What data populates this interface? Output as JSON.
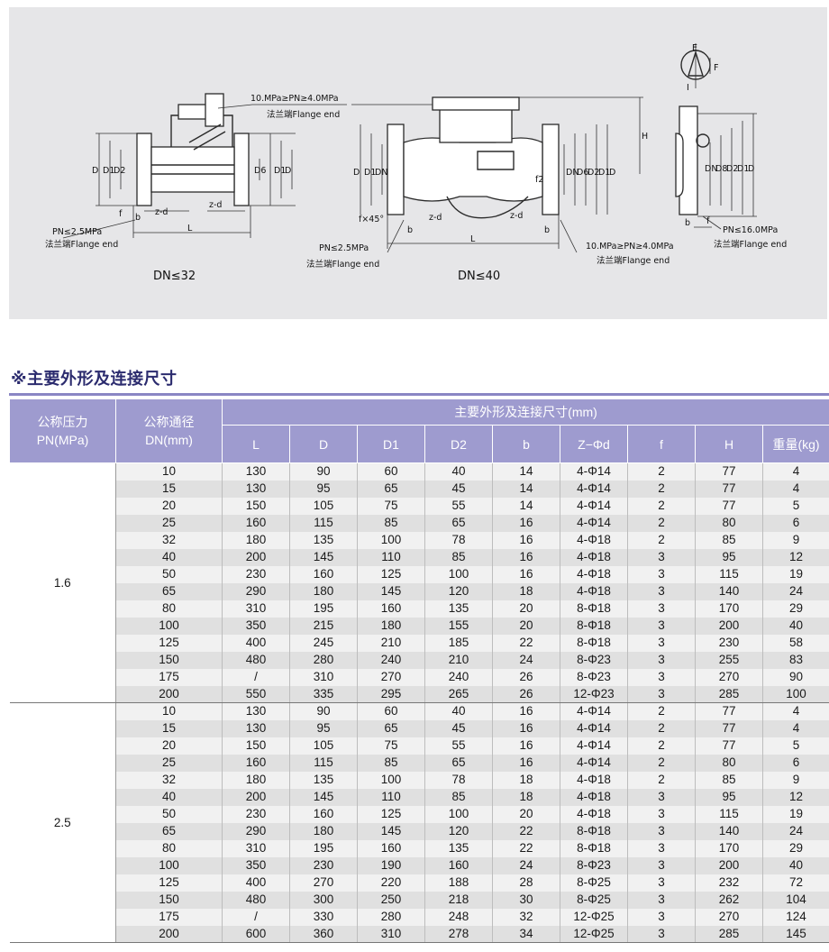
{
  "drawing": {
    "label_d": "D",
    "label_d1": "D1",
    "label_d2": "D2",
    "label_d6": "D6",
    "label_d8": "D8",
    "label_dn": "DN",
    "label_h": "H",
    "label_l": "L",
    "label_b": "b",
    "label_f": "f",
    "label_f2": "f2",
    "label_e": "E",
    "label_f_cap": "F",
    "label_i": "I",
    "label_zd": "z-d",
    "label_fx45": "f×45°",
    "note_pn_low": "PN≤2.5MPa",
    "note_pn_mid": "10.MPa≥PN≥4.0MPa",
    "note_pn_high": "PN≤16.0MPa",
    "note_flange": "法兰端Flange end",
    "caption_left": "DN≤32",
    "caption_right": "DN≤40"
  },
  "section_title": "※主要外形及连接尺寸",
  "table": {
    "col_pn": "公称压力\nPN(MPa)",
    "col_dn": "公称通径\nDN(mm)",
    "group_header": "主要外形及连接尺寸(mm)",
    "sub_headers": [
      "L",
      "D",
      "D1",
      "D2",
      "b",
      "Z−Φd",
      "f",
      "H",
      "重量(kg)"
    ],
    "groups": [
      {
        "pn": "1.6",
        "rows": [
          [
            "10",
            "130",
            "90",
            "60",
            "40",
            "14",
            "4-Φ14",
            "2",
            "77",
            "4"
          ],
          [
            "15",
            "130",
            "95",
            "65",
            "45",
            "14",
            "4-Φ14",
            "2",
            "77",
            "4"
          ],
          [
            "20",
            "150",
            "105",
            "75",
            "55",
            "14",
            "4-Φ14",
            "2",
            "77",
            "5"
          ],
          [
            "25",
            "160",
            "115",
            "85",
            "65",
            "16",
            "4-Φ14",
            "2",
            "80",
            "6"
          ],
          [
            "32",
            "180",
            "135",
            "100",
            "78",
            "16",
            "4-Φ18",
            "2",
            "85",
            "9"
          ],
          [
            "40",
            "200",
            "145",
            "110",
            "85",
            "16",
            "4-Φ18",
            "3",
            "95",
            "12"
          ],
          [
            "50",
            "230",
            "160",
            "125",
            "100",
            "16",
            "4-Φ18",
            "3",
            "115",
            "19"
          ],
          [
            "65",
            "290",
            "180",
            "145",
            "120",
            "18",
            "4-Φ18",
            "3",
            "140",
            "24"
          ],
          [
            "80",
            "310",
            "195",
            "160",
            "135",
            "20",
            "8-Φ18",
            "3",
            "170",
            "29"
          ],
          [
            "100",
            "350",
            "215",
            "180",
            "155",
            "20",
            "8-Φ18",
            "3",
            "200",
            "40"
          ],
          [
            "125",
            "400",
            "245",
            "210",
            "185",
            "22",
            "8-Φ18",
            "3",
            "230",
            "58"
          ],
          [
            "150",
            "480",
            "280",
            "240",
            "210",
            "24",
            "8-Φ23",
            "3",
            "255",
            "83"
          ],
          [
            "175",
            "/",
            "310",
            "270",
            "240",
            "26",
            "8-Φ23",
            "3",
            "270",
            "90"
          ],
          [
            "200",
            "550",
            "335",
            "295",
            "265",
            "26",
            "12-Φ23",
            "3",
            "285",
            "100"
          ]
        ]
      },
      {
        "pn": "2.5",
        "rows": [
          [
            "10",
            "130",
            "90",
            "60",
            "40",
            "16",
            "4-Φ14",
            "2",
            "77",
            "4"
          ],
          [
            "15",
            "130",
            "95",
            "65",
            "45",
            "16",
            "4-Φ14",
            "2",
            "77",
            "4"
          ],
          [
            "20",
            "150",
            "105",
            "75",
            "55",
            "16",
            "4-Φ14",
            "2",
            "77",
            "5"
          ],
          [
            "25",
            "160",
            "115",
            "85",
            "65",
            "16",
            "4-Φ14",
            "2",
            "80",
            "6"
          ],
          [
            "32",
            "180",
            "135",
            "100",
            "78",
            "18",
            "4-Φ18",
            "2",
            "85",
            "9"
          ],
          [
            "40",
            "200",
            "145",
            "110",
            "85",
            "18",
            "4-Φ18",
            "3",
            "95",
            "12"
          ],
          [
            "50",
            "230",
            "160",
            "125",
            "100",
            "20",
            "4-Φ18",
            "3",
            "115",
            "19"
          ],
          [
            "65",
            "290",
            "180",
            "145",
            "120",
            "22",
            "8-Φ18",
            "3",
            "140",
            "24"
          ],
          [
            "80",
            "310",
            "195",
            "160",
            "135",
            "22",
            "8-Φ18",
            "3",
            "170",
            "29"
          ],
          [
            "100",
            "350",
            "230",
            "190",
            "160",
            "24",
            "8-Φ23",
            "3",
            "200",
            "40"
          ],
          [
            "125",
            "400",
            "270",
            "220",
            "188",
            "28",
            "8-Φ25",
            "3",
            "232",
            "72"
          ],
          [
            "150",
            "480",
            "300",
            "250",
            "218",
            "30",
            "8-Φ25",
            "3",
            "262",
            "104"
          ],
          [
            "175",
            "/",
            "330",
            "280",
            "248",
            "32",
            "12-Φ25",
            "3",
            "270",
            "124"
          ],
          [
            "200",
            "600",
            "360",
            "310",
            "278",
            "34",
            "12-Φ25",
            "3",
            "285",
            "145"
          ]
        ]
      }
    ]
  }
}
